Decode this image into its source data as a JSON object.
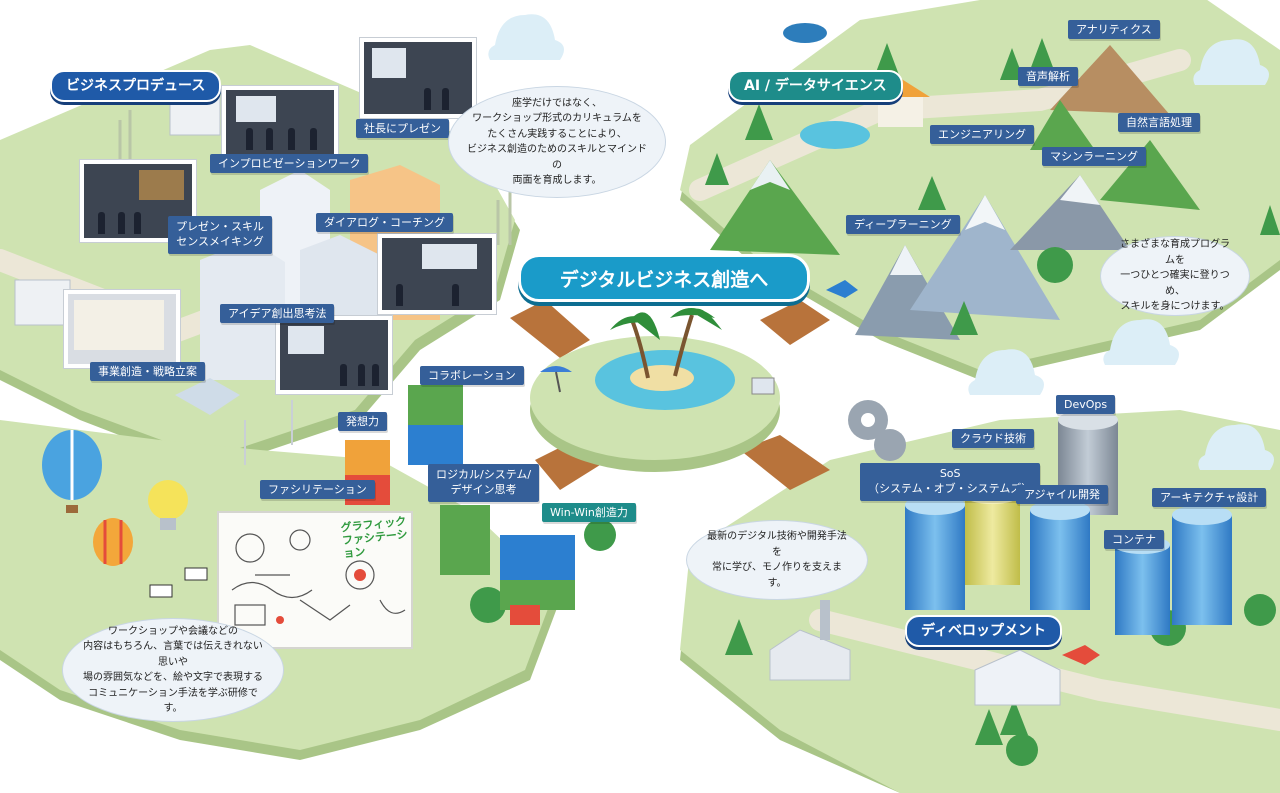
{
  "title": "デジタルビジネス創造へ",
  "regions": {
    "business": {
      "title": "ビジネスプロデュース",
      "labels": [
        "社長にプレゼン",
        "インプロビゼーションワーク",
        "プレゼン・スキル\nセンスメイキング",
        "ダイアログ・コーチング",
        "アイデア創出思考法",
        "事業創造・戦略立案"
      ],
      "bubble": "座学だけではなく、\nワークショップ形式のカリキュラムを\nたくさん実践することにより、\nビジネス創造のためのスキルとマインドの\n両面を育成します。"
    },
    "ai": {
      "title": "AI / データサイエンス",
      "labels": [
        "アナリティクス",
        "音声解析",
        "エンジニアリング",
        "自然言語処理",
        "マシンラーニング",
        "ディープラーニング"
      ],
      "bubble": "さまざまな育成プログラムを\n一つひとつ確実に登りつめ、\nスキルを身につけます。"
    },
    "communication": {
      "labels": [
        "コラボレーション",
        "発想力",
        "ロジカル/システム/\nデザイン思考",
        "Win-Win創造力",
        "ファシリテーション"
      ],
      "graphic_caption": "グラフィック ファシテーション",
      "bubble": "ワークショップや会議などの\n内容はもちろん、言葉では伝えきれない思いや\n場の雰囲気などを、絵や文字で表現する\nコミュニケーション手法を学ぶ研修です。"
    },
    "development": {
      "title": "ディベロップメント",
      "labels": [
        "DevOps",
        "クラウド技術",
        "SoS\n（システム・オブ・システムズ）",
        "アジャイル開発",
        "アーキテクチャ設計",
        "コンテナ"
      ],
      "bubble": "最新のデジタル技術や開発手法を\n常に学び、モノ作りを支えます。"
    }
  },
  "colors": {
    "ground": "#c9dfa9",
    "ground_edge": "#a9c587",
    "path": "#e8e3d3",
    "label": "#355f99",
    "title_pill": "#1a9bc9",
    "water": "#59c3df",
    "cloud": "#dceef7"
  }
}
